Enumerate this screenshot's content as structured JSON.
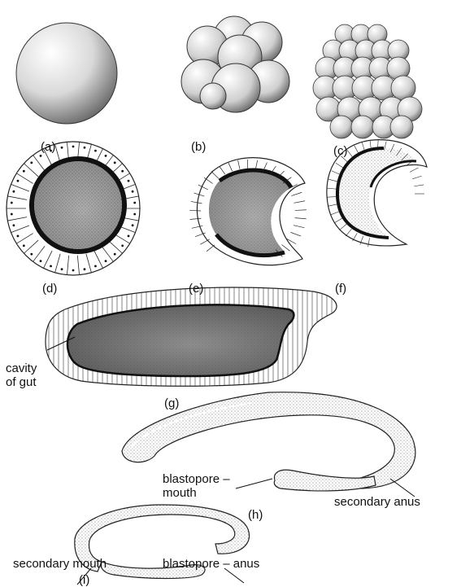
{
  "panels": {
    "a": "(a)",
    "b": "(b)",
    "c": "(c)",
    "d": "(d)",
    "e": "(e)",
    "f": "(f)",
    "g": "(g)",
    "h": "(h)",
    "i": "(i)"
  },
  "annotations": {
    "cavity_of_gut": [
      "cavity",
      "of gut"
    ],
    "blastopore_mouth": [
      "blastopore –",
      "mouth"
    ],
    "secondary_anus": "secondary anus",
    "secondary_mouth": "secondary mouth",
    "blastopore_anus": "blastopore – anus"
  },
  "colors": {
    "ink": "#111111",
    "stipple": "#555555",
    "dense": "#2a2a2a"
  }
}
